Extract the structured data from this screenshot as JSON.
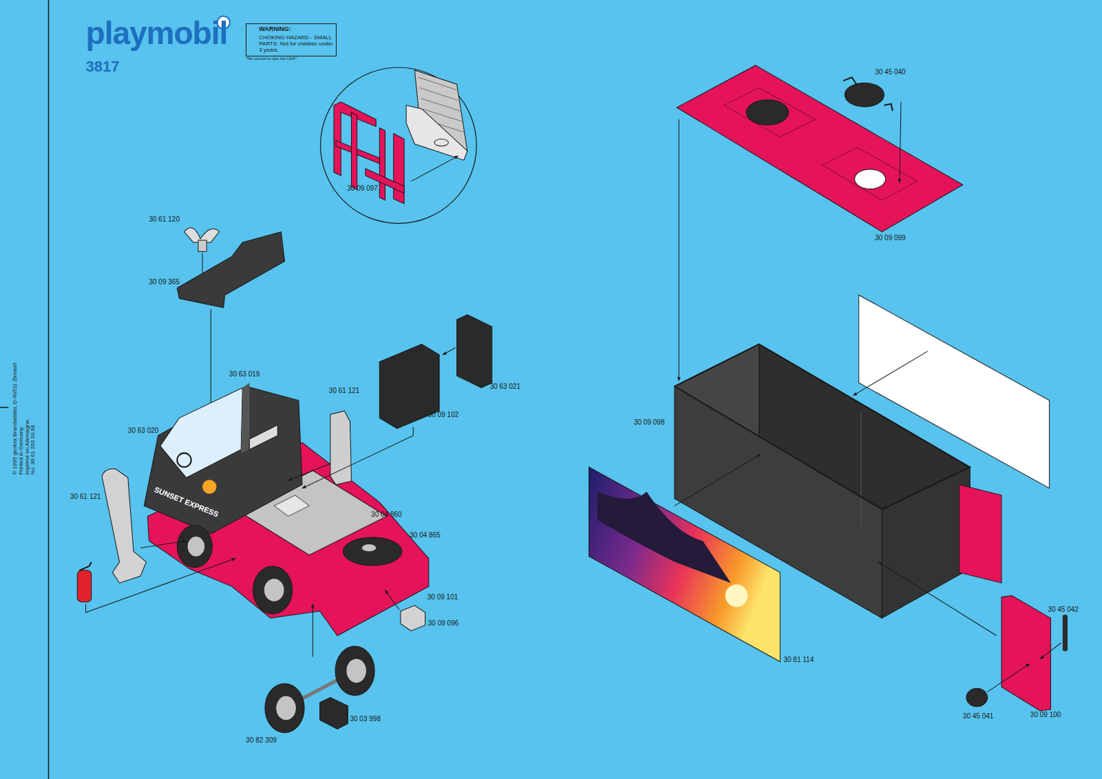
{
  "diagram": {
    "nodes": [
      {
        "text": [
          "WARNING:",
          "CHOKING HAZARD - SMALL PARTS. Not for children under 3 years."
        ]
      }
    ],
    "labels": [
      "playmobil",
      "3817",
      "*Ne concerne que les USA*",
      "© 1995 geobra Brandstätter, D-90511 Zirndorf.",
      "Printed in Germany.",
      "Imprimé en Allemagne.",
      "No. 30 61 203      03.98",
      "30 09 097",
      "30 61 120",
      "30 09 365",
      "30 63 019",
      "30 61 121",
      "30 63 020",
      "30 63 021",
      "30 09 102",
      "30 61 121",
      "30 04 860",
      "30 04 865",
      "30 09 101",
      "30 09 096",
      "30 03 998",
      "30 82 309",
      "30 45 040",
      "30 09 099",
      "30 09 098",
      "30 81 114",
      "30 45 042",
      "30 45 041",
      "30 09 100",
      "SUNSET EXPRESS"
    ]
  }
}
